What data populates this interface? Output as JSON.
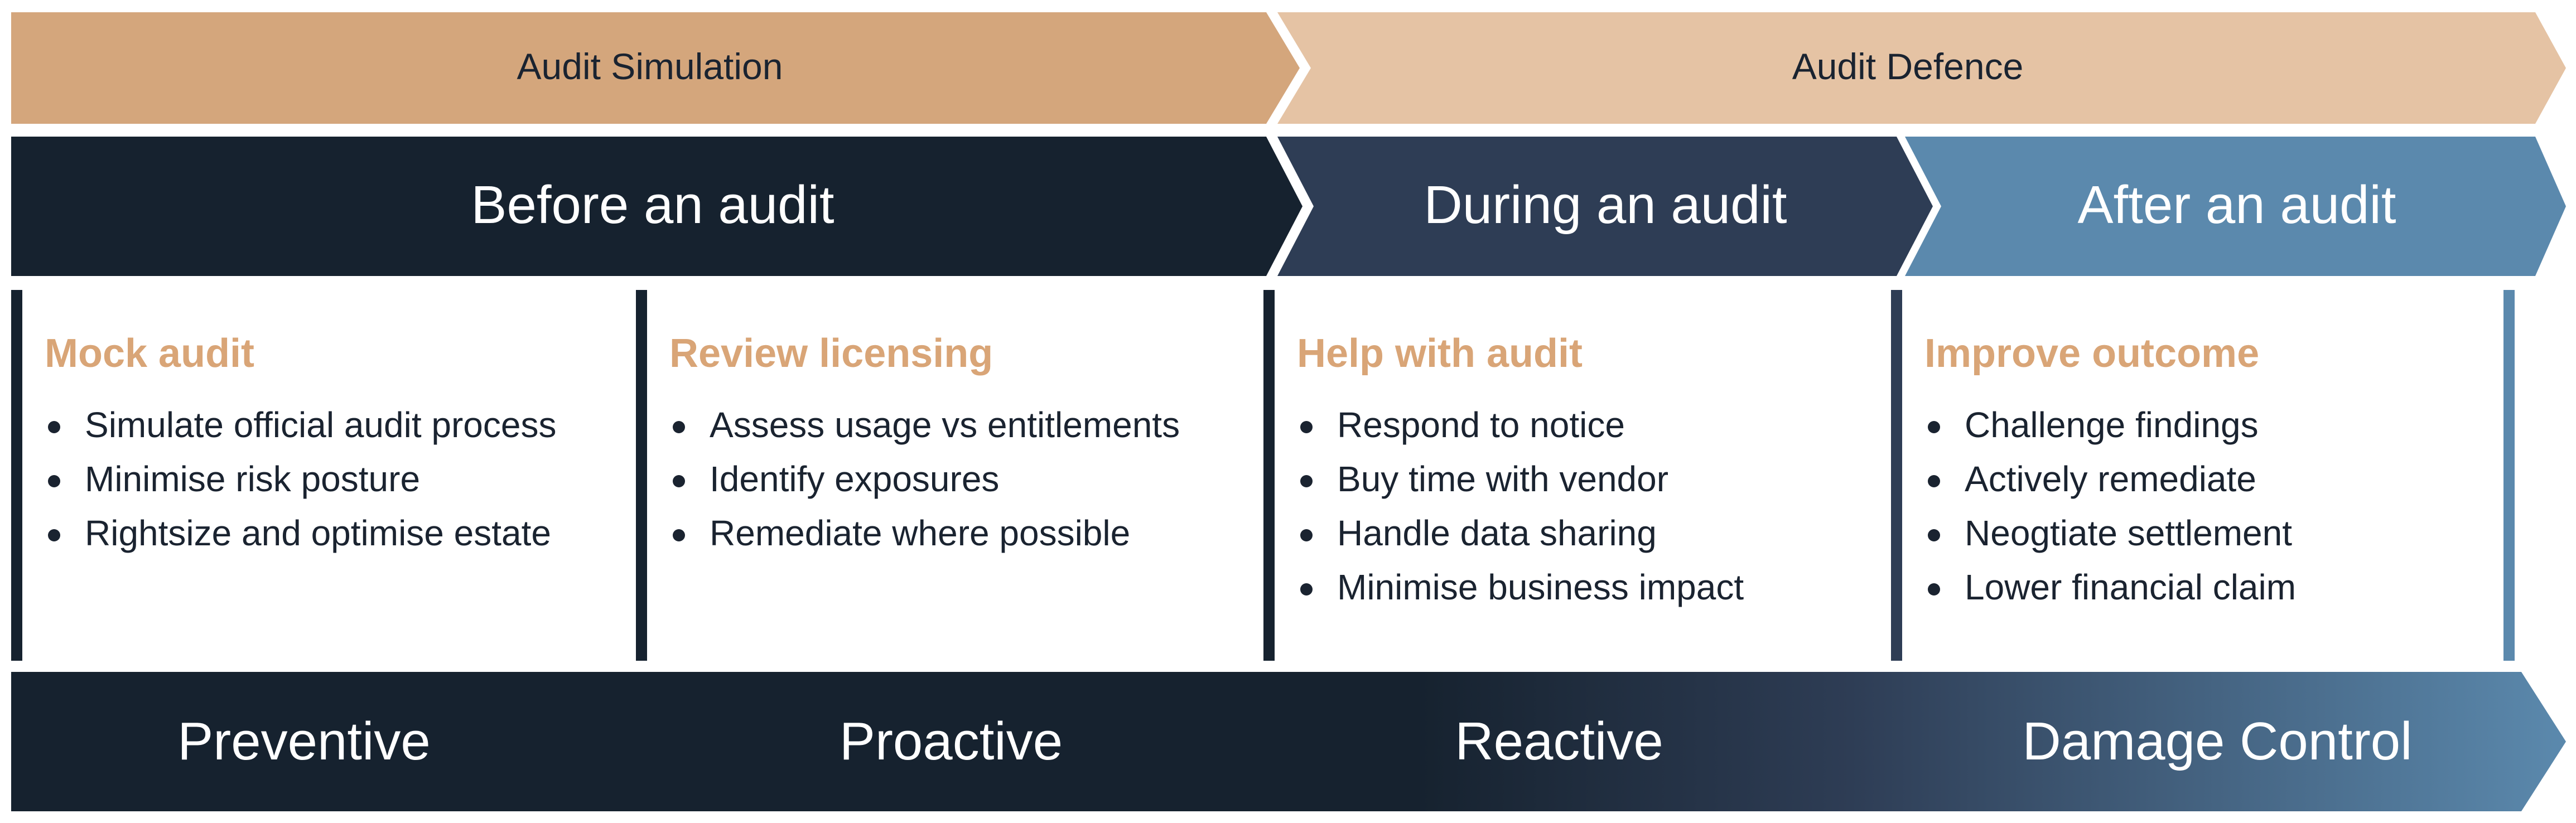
{
  "phases_top": {
    "simulation": {
      "label": "Audit Simulation",
      "color": "#d4a67c",
      "text_color": "#1a2330"
    },
    "defence": {
      "label": "Audit Defence",
      "color": "#e5c3a4",
      "text_color": "#1a2330"
    }
  },
  "stages": [
    {
      "label": "Before an audit",
      "color": "#16222f"
    },
    {
      "label": "During an audit",
      "color": "#2e3d55"
    },
    {
      "label": "After an audit",
      "color": "#5b89ad"
    }
  ],
  "cards": [
    {
      "title": "Mock audit",
      "bar_color": "#16222f",
      "items": [
        "Simulate official audit process",
        "Minimise risk posture",
        "Rightsize and optimise estate"
      ]
    },
    {
      "title": "Review licensing",
      "bar_color": "#16222f",
      "items": [
        "Assess usage vs entitlements",
        "Identify exposures",
        "Remediate where possible"
      ]
    },
    {
      "title": "Help with audit",
      "bar_color": "#16222f",
      "items": [
        "Respond to notice",
        "Buy time with vendor",
        "Handle data sharing",
        "Minimise business impact"
      ]
    },
    {
      "title": "Improve outcome",
      "bar_color": "#2e3d55",
      "items": [
        "Challenge findings",
        "Actively remediate",
        "Neogtiate settlement",
        "Lower financial claim"
      ]
    }
  ],
  "end_bar_color": "#5b89ad",
  "card_title_color": "#d9a577",
  "card_text_color": "#1a2330",
  "approaches": {
    "labels": [
      "Preventive",
      "Proactive",
      "Reactive",
      "Damage Control"
    ],
    "gradient": [
      "#16222f",
      "#16222f",
      "#2e3d55",
      "#5b89ad"
    ]
  }
}
